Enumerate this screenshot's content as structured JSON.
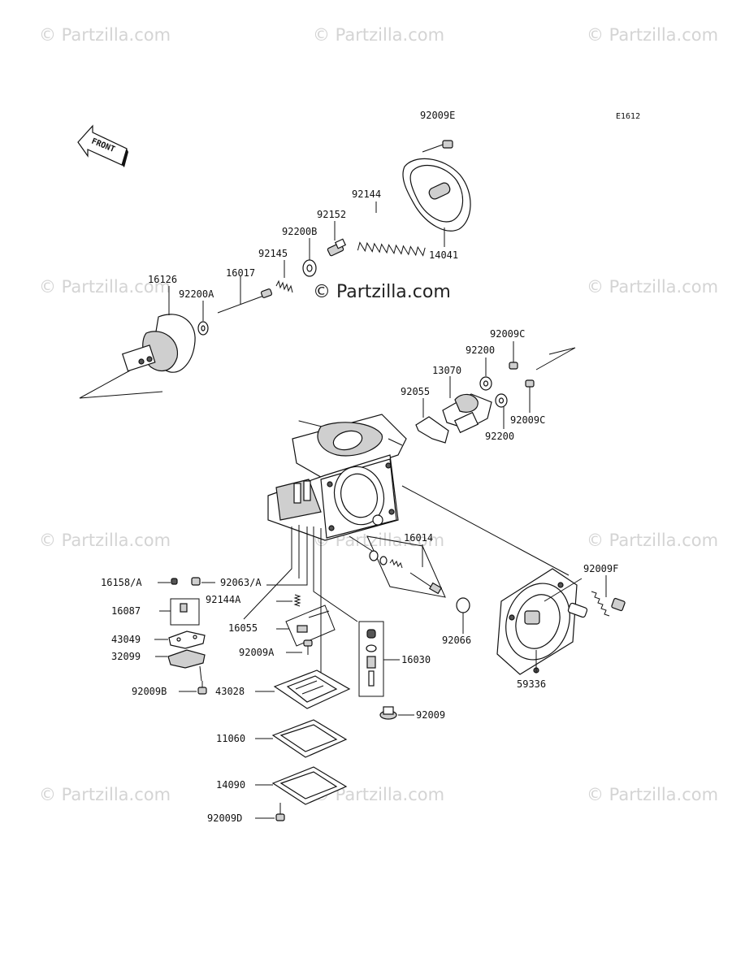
{
  "diagram_code": "E1612",
  "front_label": "FRONT",
  "watermark": {
    "short": "© Partzilla.com",
    "center": "© Partzilla.com"
  },
  "parts": {
    "p92009E": "92009E",
    "p92144": "92144",
    "p92152": "92152",
    "p92200B": "92200B",
    "p92145": "92145",
    "p16017": "16017",
    "p16126": "16126",
    "p92200A": "92200A",
    "p14041": "14041",
    "p92009C_top": "92009C",
    "p92200_top": "92200",
    "p13070": "13070",
    "p92055": "92055",
    "p92009C_bottom": "92009C",
    "p92200_bottom": "92200",
    "p16014": "16014",
    "p92009F": "92009F",
    "p16158A": "16158/A",
    "p92063A": "92063/A",
    "p16087": "16087",
    "p92144A": "92144A",
    "p43049": "43049",
    "p16055": "16055",
    "p32099": "32099",
    "p92009A": "92009A",
    "p92066": "92066",
    "p16030": "16030",
    "p59336": "59336",
    "p92009B": "92009B",
    "p43028": "43028",
    "p92009": "92009",
    "p11060": "11060",
    "p14090": "14090",
    "p92009D": "92009D"
  }
}
